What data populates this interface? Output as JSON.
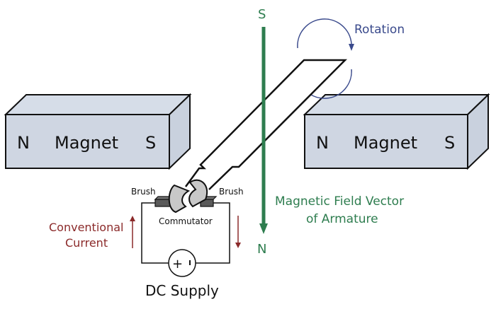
{
  "title": "DC Motor Diagram",
  "left_magnet": {
    "north": "N",
    "label": "Magnet",
    "south": "S"
  },
  "right_magnet": {
    "north": "N",
    "label": "Magnet",
    "south": "S"
  },
  "field_vector": {
    "top_pole": "S",
    "bottom_pole": "N",
    "label_line1": "Magnetic Field Vector",
    "label_line2": "of Armature"
  },
  "rotation_label": "Rotation",
  "brush_left": "Brush",
  "brush_right": "Brush",
  "commutator_label": "Commutator",
  "current_label_line1": "Conventional",
  "current_label_line2": "Current",
  "supply": {
    "label": "DC Supply",
    "plus": "+",
    "minus": "-"
  },
  "colors": {
    "magnet_face": "#cfd6e2",
    "magnet_top": "#d4dbe6",
    "field_green": "#2e7d4f",
    "rotation_blue": "#3a4a8c",
    "current_red": "#8b2a2a",
    "brush_gray": "#5a5a5a",
    "commutator_gray": "#c8c8c8"
  }
}
